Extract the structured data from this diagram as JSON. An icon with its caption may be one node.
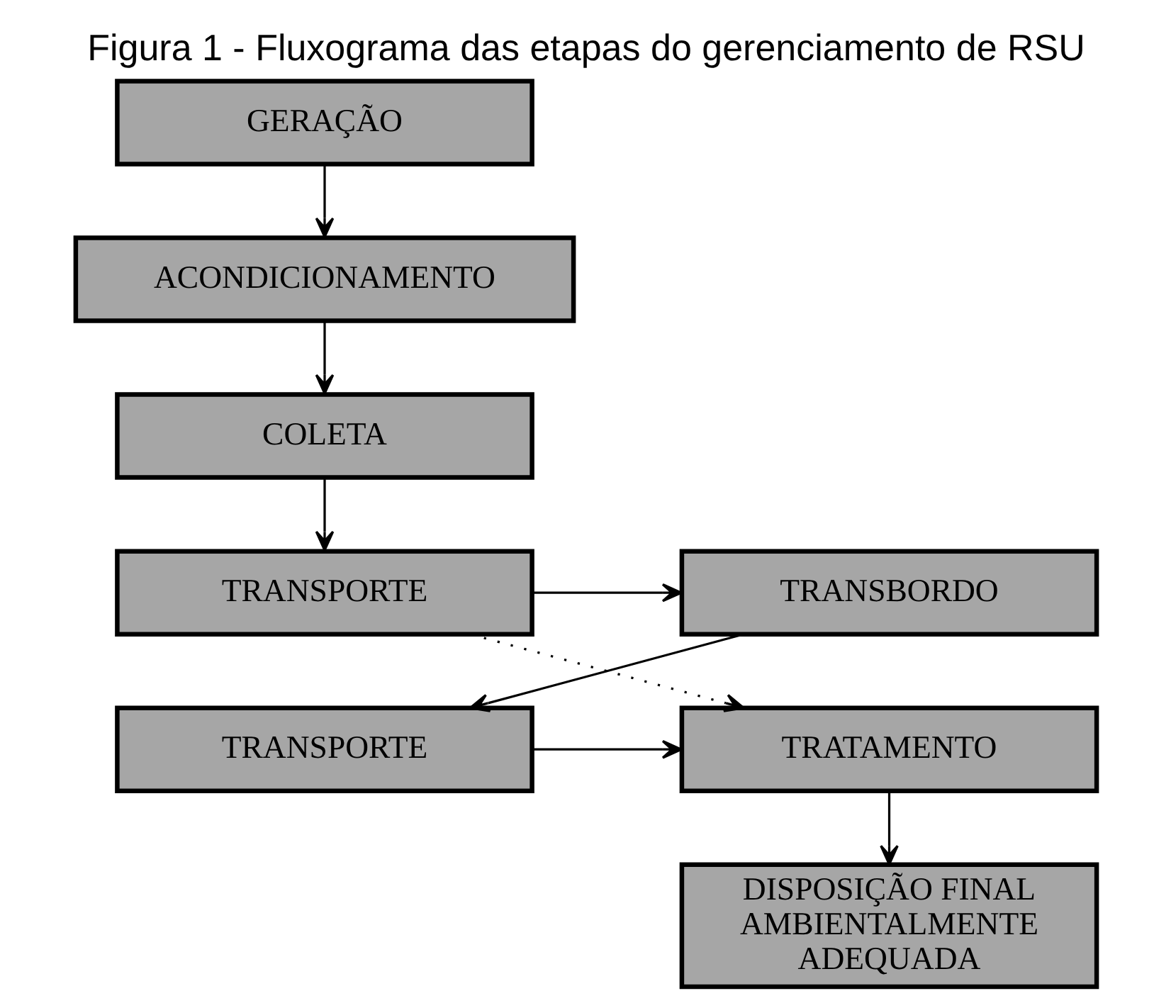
{
  "diagram": {
    "title": "Figura 1 - Fluxograma das etapas do gerenciamento de RSU",
    "nodes": [
      {
        "text": [
          "GERAÇÃO"
        ]
      },
      {
        "text": [
          "ACONDICIONAMENTO"
        ]
      },
      {
        "text": [
          "COLETA"
        ]
      },
      {
        "text": [
          "TRANSPORTE"
        ]
      },
      {
        "text": [
          "TRANSBORDO"
        ]
      },
      {
        "text": [
          "TRATAMENTO"
        ]
      },
      {
        "text": [
          "TRANSPORTE"
        ]
      },
      {
        "text": [
          "DISPOSIÇÃO FINAL AMBIENTALMENTE ADEQUADA"
        ]
      }
    ],
    "edges": [
      {
        "from": 0,
        "to": 1,
        "arrow": "to"
      },
      {
        "from": 1,
        "to": 2,
        "arrow": "to"
      },
      {
        "from": 2,
        "to": 3,
        "arrow": "to"
      },
      {
        "from": 3,
        "to": 4,
        "arrow": "to"
      },
      {
        "from": 3,
        "to": 5,
        "arrow": "to",
        "style": "dashed"
      },
      {
        "from": 4,
        "to": 6,
        "arrow": "to"
      },
      {
        "from": 6,
        "to": 5,
        "arrow": "to"
      },
      {
        "from": 5,
        "to": 7,
        "arrow": "to"
      }
    ]
  }
}
